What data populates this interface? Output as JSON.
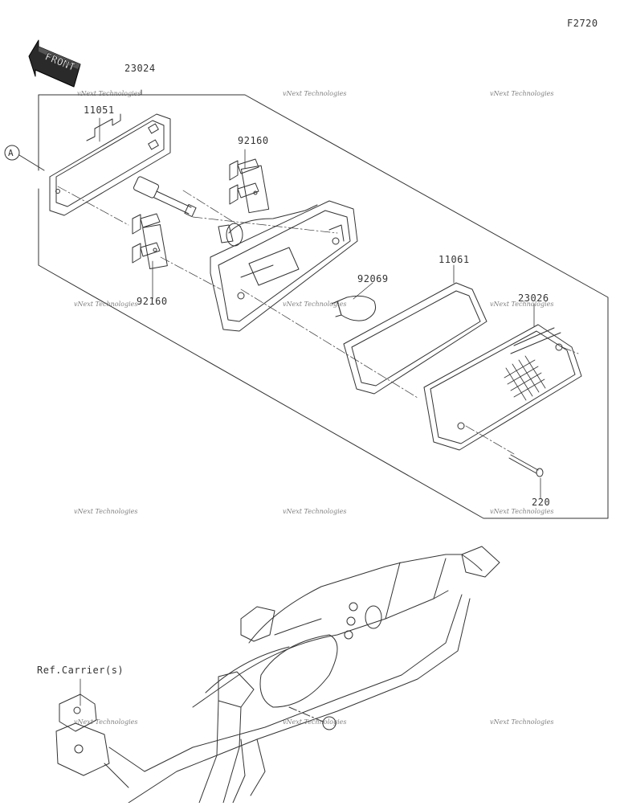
{
  "figure_code": "F2720",
  "front_label": "FRONT",
  "callout_a": "A",
  "parts": {
    "assembly": "23024",
    "bracket": "11051",
    "socket_upper": "92160",
    "socket_lower": "92160",
    "bulb": "92069",
    "gasket": "11061",
    "lens": "23026",
    "screw": "220"
  },
  "reference": "Ref.Carrier(s)",
  "watermark": "vNext Technologies"
}
